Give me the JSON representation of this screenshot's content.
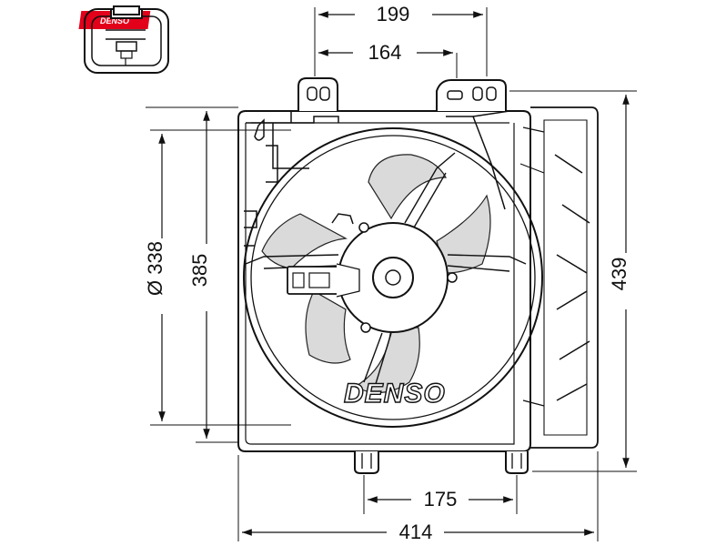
{
  "logo": {
    "text": "DENSO",
    "color": "#e2001a"
  },
  "brand_marking": "DENSO",
  "dimensions": {
    "top_outer": "199",
    "top_inner": "164",
    "diameter": "Ø 338",
    "frame_height": "385",
    "overall_height": "439",
    "mount_spacing": "175",
    "overall_width": "414"
  },
  "colors": {
    "line": "#111111",
    "blade_fill": "#dadada",
    "background": "#ffffff"
  }
}
